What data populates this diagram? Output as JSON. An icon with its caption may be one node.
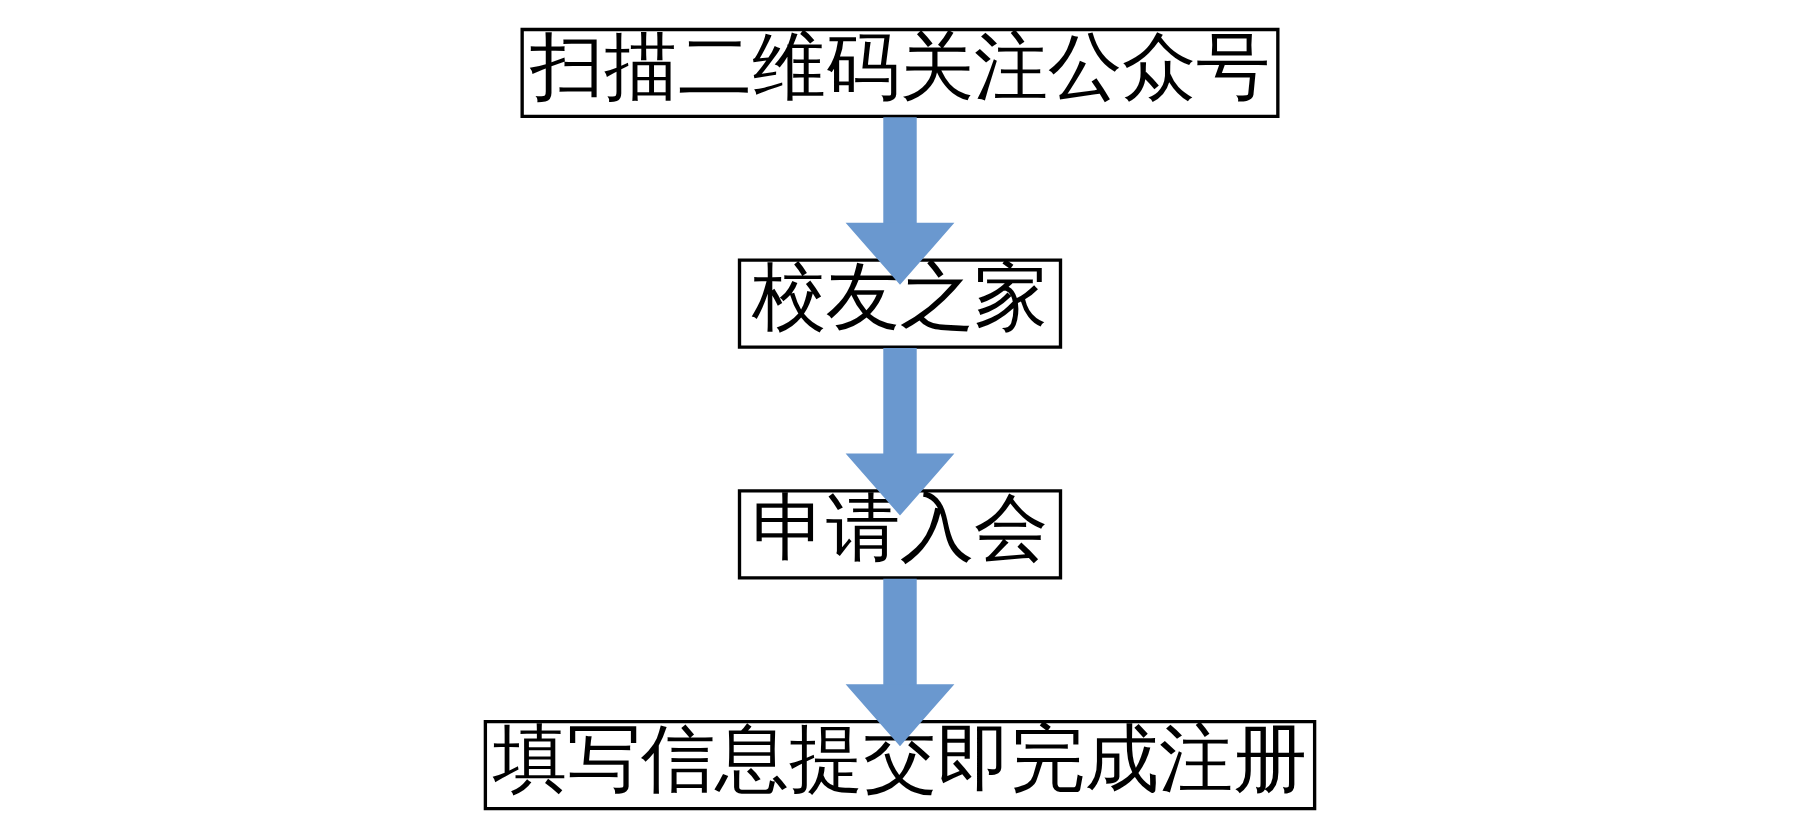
{
  "diagram": {
    "nodes": [
      {
        "text": [
          "扫描二维码关注公众号"
        ]
      },
      {
        "text": [
          "校友之家"
        ]
      },
      {
        "text": [
          "申请入会"
        ]
      },
      {
        "text": [
          "填写信息提交即完成注册"
        ]
      }
    ],
    "edges": [
      {
        "from": 0,
        "to": 1,
        "arrow": "to"
      },
      {
        "from": 1,
        "to": 2,
        "arrow": "to"
      },
      {
        "from": 2,
        "to": 3,
        "arrow": "to"
      }
    ]
  }
}
